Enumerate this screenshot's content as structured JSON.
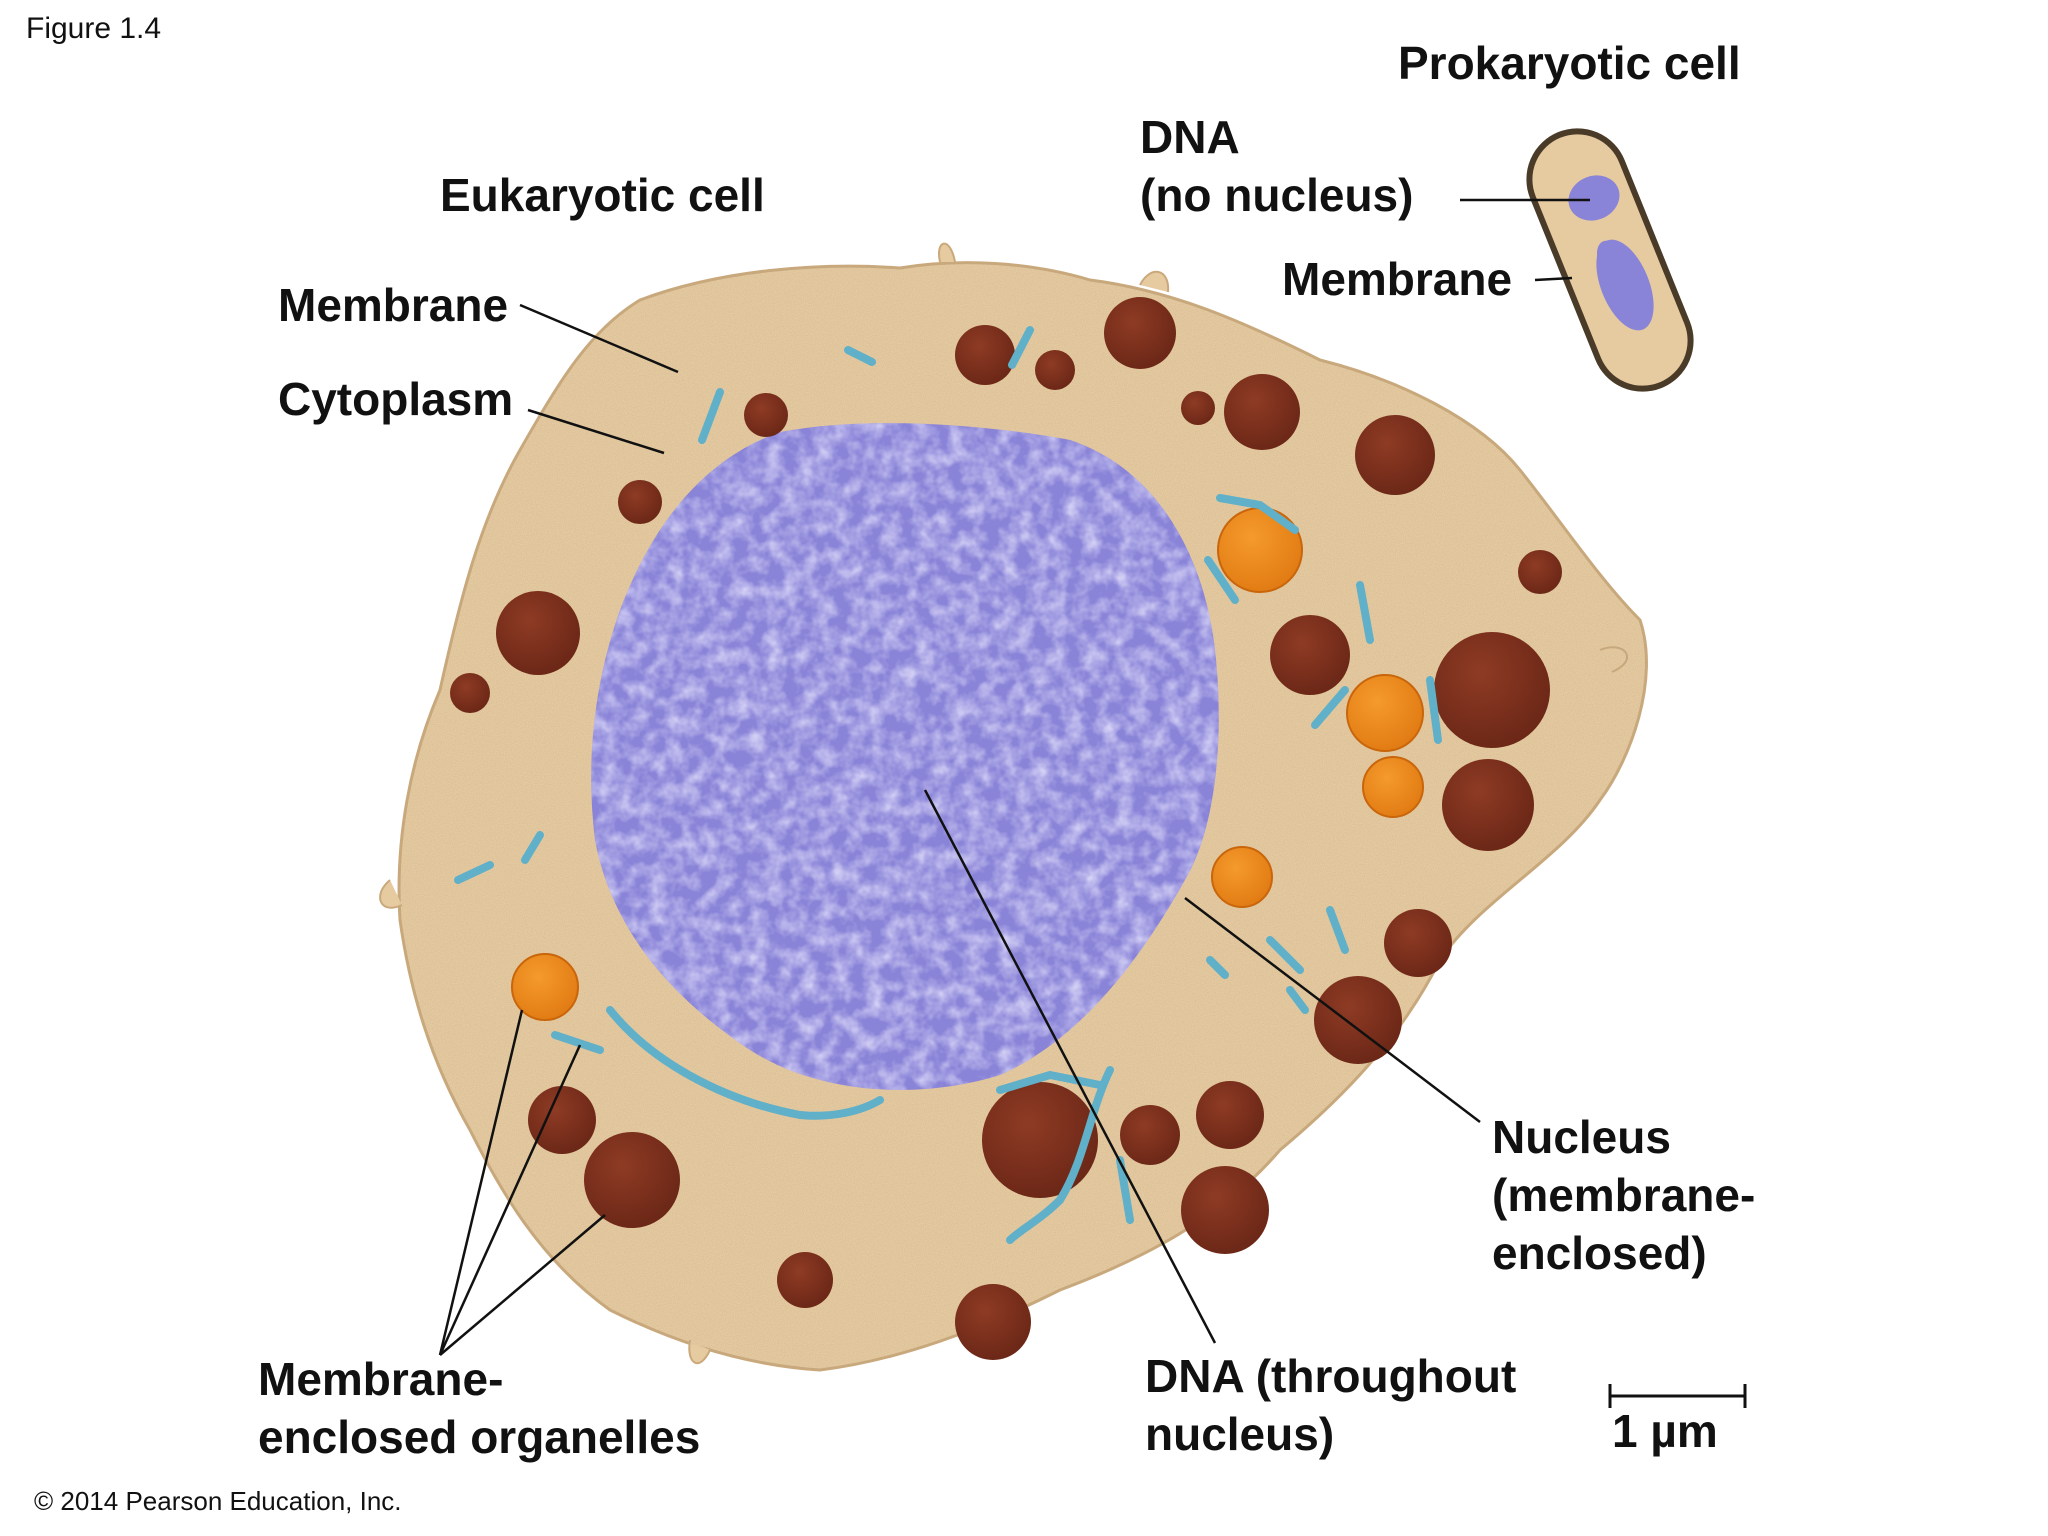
{
  "figure_label": "Figure 1.4",
  "copyright": "© 2014 Pearson Education, Inc.",
  "colors": {
    "cytoplasm": "#e6caa0",
    "nucleus": "#8a84d8",
    "dense_organelle": "#7a2f1c",
    "orange_organelle": "#ef8a1e",
    "membrane_tubule": "#5fb0c8",
    "prokaryote_outline": "#4a3a28"
  },
  "eukaryote": {
    "title": "Eukaryotic cell",
    "membrane_label": "Membrane",
    "cytoplasm_label": "Cytoplasm",
    "organelles_label_line1": "Membrane-",
    "organelles_label_line2": "enclosed organelles",
    "dna_label_line1": "DNA (throughout",
    "dna_label_line2": "nucleus)",
    "nucleus_label_line1": "Nucleus",
    "nucleus_label_line2": "(membrane-",
    "nucleus_label_line3": "enclosed)"
  },
  "prokaryote": {
    "title": "Prokaryotic cell",
    "dna_label_line1": "DNA",
    "dna_label_line2": "(no nucleus)",
    "membrane_label": "Membrane"
  },
  "scale_bar": {
    "label": "1 µm"
  }
}
